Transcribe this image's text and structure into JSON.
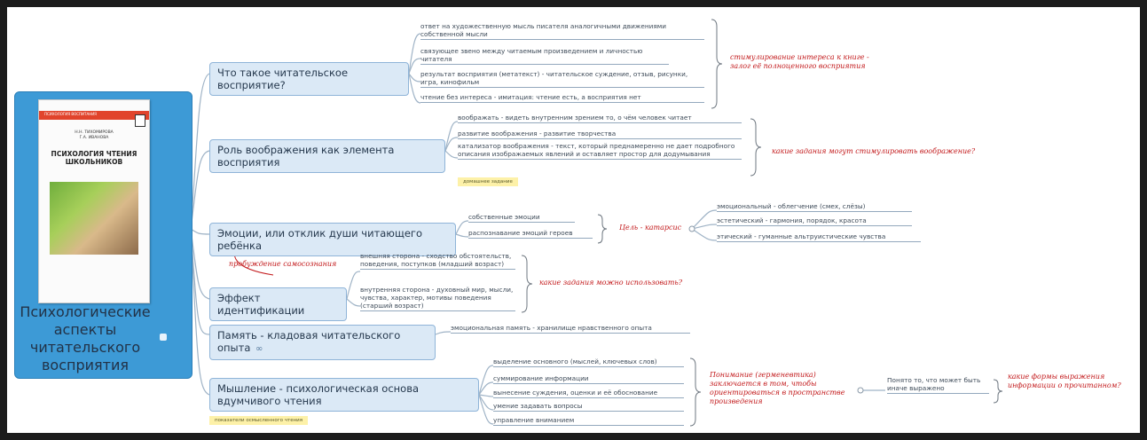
{
  "central": {
    "title": "Психологические аспекты читательского восприятия",
    "book": {
      "series_band": "ПСИХОЛОГИЯ ВОСПИТАНИЯ",
      "authors": "Н.Н. ТИХОМИРОВА\nГ.А. ИВАНОВА",
      "title": "ПСИХОЛОГИЯ ЧТЕНИЯ ШКОЛЬНИКОВ"
    }
  },
  "topics": [
    {
      "label": "Что такое читательское восприятие?",
      "leaves": [
        "ответ на художественную мысль писателя аналогичными движениями собственной мысли",
        "связующее звено между читаемым произведением и личностью читателя",
        "результат восприятия (метатекст) - читательское суждение, отзыв, рисунки, игра, кинофильм",
        "чтение без интереса - имитация: чтение есть, а восприятия нет"
      ],
      "note": "стимулирование интереса к книге - залог её полноценного восприятия"
    },
    {
      "label": "Роль воображения как элемента восприятия",
      "leaves": [
        "воображать - видеть внутренним зрением то, о чём человек читает",
        "развитие воображения - развитие творчества",
        "катализатор воображения - текст, который преднамеренно не дает подробного описания изображаемых явлений и оставляет простор для додумывания"
      ],
      "tag": "домашнее задание",
      "note": "какие задания могут стимулировать воображение?"
    },
    {
      "label": "Эмоции, или отклик души читающего ребёнка",
      "leaves": [
        "собственные эмоции",
        "распознавание эмоций героев"
      ],
      "note": "Цель - катарсис",
      "sub_leaves": [
        "эмоциональный - облегчение (смех, слёзы)",
        "эстетический - гармония, порядок, красота",
        "этический - гуманные альтруистические чувства"
      ]
    },
    {
      "label": "Эффект идентификации",
      "leaves": [
        "внешняя сторона - сходство обстоятельств, поведения, поступков (младший возраст)",
        "внутренняя сторона - духовный мир, мысли, чувства, характер, мотивы поведения (старший возраст)"
      ],
      "relation_note": "пробуждение самосознания",
      "note": "какие задания можно использовать?"
    },
    {
      "label": "Память - кладовая читательского опыта",
      "leaves": [
        "эмоциональная память - хранилище нравственного опыта"
      ]
    },
    {
      "label": "Мышление - психологическая основа вдумчивого чтения",
      "leaves": [
        "выделение основного (мыслей, ключевых слов)",
        "суммирование информации",
        "вынесение суждения, оценки и её обоснование",
        "умение задавать вопросы",
        "управление вниманием"
      ],
      "tag": "показатели осмысленного чтения",
      "note": "Понимание (герменевтика) заключается в том, чтобы ориентироваться в пространстве произведения",
      "sub_leaf": "Понято то, что может быть иначе выражено",
      "final_note": "какие формы выражения информации о прочитанном?"
    }
  ]
}
